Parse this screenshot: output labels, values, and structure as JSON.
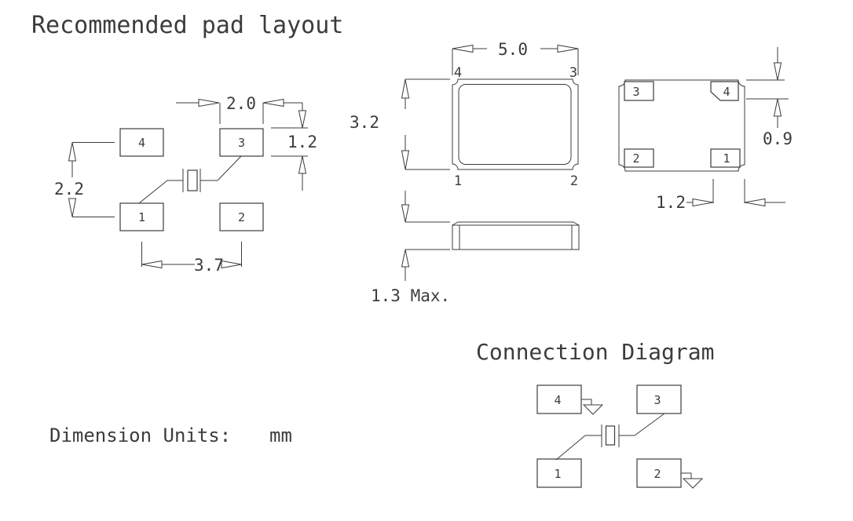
{
  "drawing": {
    "title": "Recommended pad layout",
    "units": {
      "label": "Dimension Units:",
      "value": "mm"
    }
  },
  "pad_layout": {
    "pads": {
      "p1": "1",
      "p2": "2",
      "p3": "3",
      "p4": "4"
    },
    "dims": {
      "pad_width": "2.0",
      "pad_height": "1.2",
      "row_pitch": "2.2",
      "col_pitch": "3.7"
    }
  },
  "top_view": {
    "pins": {
      "p1": "1",
      "p2": "2",
      "p3": "3",
      "p4": "4"
    },
    "dims": {
      "body_width": "5.0",
      "body_height": "3.2"
    }
  },
  "side_view": {
    "dims": {
      "body_thickness": "1.3 Max."
    }
  },
  "bottom_view": {
    "pads": {
      "p1": "1",
      "p2": "2",
      "p3": "3",
      "p4": "4"
    },
    "dims": {
      "pad_height": "0.9",
      "pad_width": "1.2"
    }
  },
  "connection_diagram": {
    "title": "Connection Diagram",
    "pads": {
      "p1": "1",
      "p2": "2",
      "p3": "3",
      "p4": "4"
    }
  }
}
